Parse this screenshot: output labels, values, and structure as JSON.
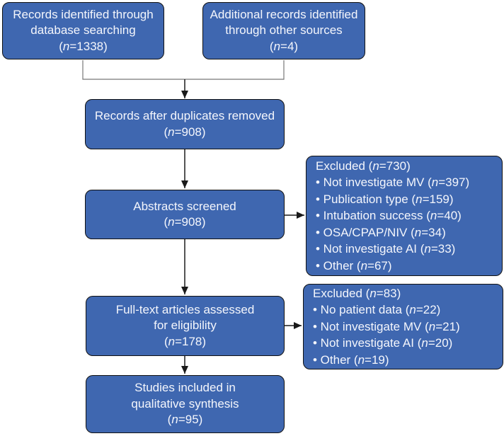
{
  "boxes": {
    "records_identified": {
      "lines": [
        "Records identified through",
        "database searching",
        "(n=1338)"
      ]
    },
    "additional_records": {
      "lines": [
        "Additional records identified",
        "through other sources",
        "(n=4)"
      ]
    },
    "duplicates_removed": {
      "lines": [
        "Records after duplicates removed",
        "(n=908)"
      ]
    },
    "abstracts_screened": {
      "lines": [
        "Abstracts screened",
        "(n=908)"
      ]
    },
    "excluded_abstracts": {
      "title": "Excluded (n=730)",
      "items": [
        "• Not investigate MV (n=397)",
        "• Publication type (n=159)",
        "• Intubation success (n=40)",
        "• OSA/CPAP/NIV (n=34)",
        "• Not investigate AI (n=33)",
        "• Other (n=67)"
      ]
    },
    "fulltext_assessed": {
      "lines": [
        "Full-text articles assessed",
        "for eligibility",
        "(n=178)"
      ]
    },
    "excluded_fulltext": {
      "title": "Excluded (n=83)",
      "items": [
        "• No patient data (n=22)",
        "• Not investigate MV (n=21)",
        "• Not investigate AI (n=20)",
        "• Other (n=19)"
      ]
    },
    "qualitative_synthesis": {
      "lines": [
        "Studies included in",
        "qualitative synthesis",
        "(n=95)"
      ]
    }
  },
  "colors": {
    "box_fill": "#3F67B0",
    "box_border": "#111111",
    "box_text": "#F4F6FC",
    "connector_gray": "#777777",
    "arrow_black": "#1A1A1A",
    "background": "#FFFFFF"
  }
}
